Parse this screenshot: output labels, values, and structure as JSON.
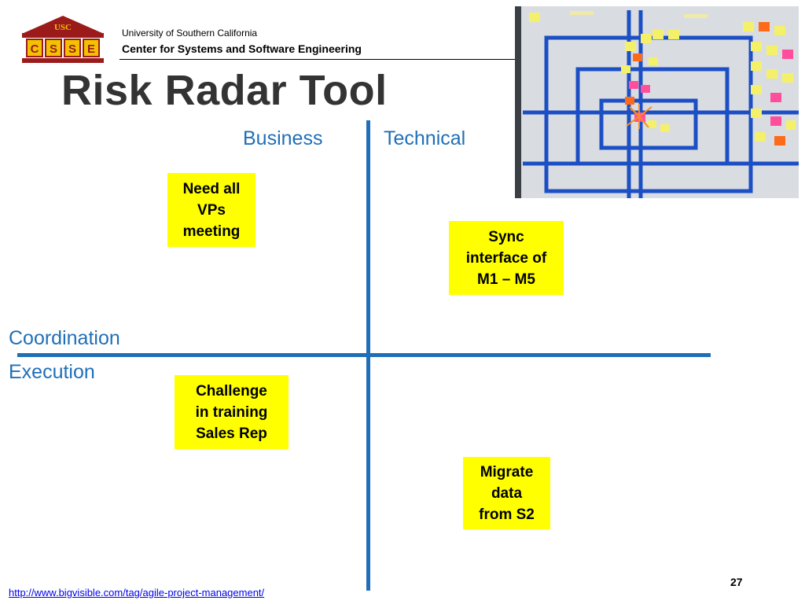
{
  "header": {
    "logo_top": "USC",
    "logo_letters": [
      "C",
      "S",
      "S",
      "E"
    ],
    "university": "University of Southern California",
    "center": "Center for Systems and Software Engineering"
  },
  "slide": {
    "title": "Risk Radar Tool",
    "page_number": "27"
  },
  "axes": {
    "business": "Business",
    "technical": "Technical",
    "coordination": "Coordination",
    "execution": "Execution"
  },
  "stickies": [
    {
      "lines": [
        "Need all",
        "VPs",
        "meeting"
      ]
    },
    {
      "lines": [
        "Sync",
        "interface of",
        "M1 – M5"
      ]
    },
    {
      "lines": [
        "Challenge",
        "in training",
        "Sales Rep"
      ]
    },
    {
      "lines": [
        "Migrate",
        "data",
        "from S2"
      ]
    }
  ],
  "footer": {
    "link": "http://www.bigvisible.com/tag/agile-project-management/"
  },
  "colors": {
    "axis_blue": "#1f6fb8",
    "sticky_yellow": "#ffff00",
    "logo_red": "#9b1b1b",
    "logo_gold": "#f2c200"
  }
}
